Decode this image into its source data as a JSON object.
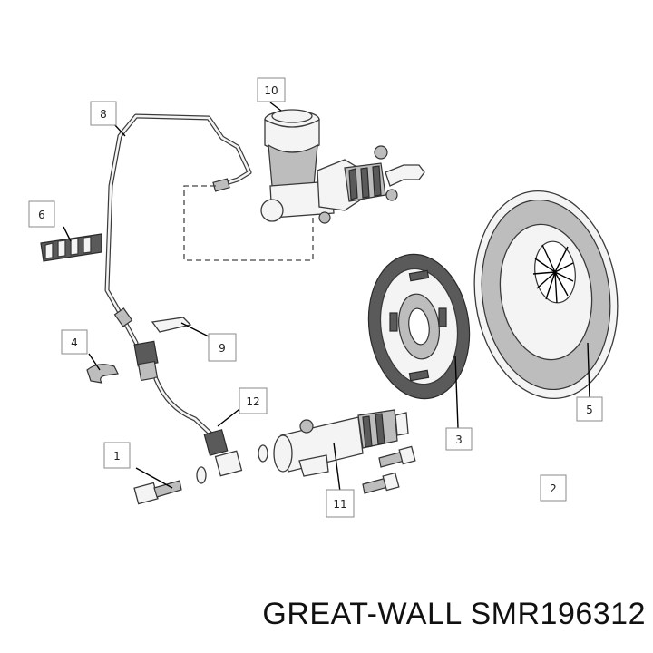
{
  "title": "GREAT-WALL SMR196312",
  "callouts": [
    {
      "label": "1"
    },
    {
      "label": "2"
    },
    {
      "label": "3"
    },
    {
      "label": "4"
    },
    {
      "label": "5"
    },
    {
      "label": "6"
    },
    {
      "label": "8"
    },
    {
      "label": "9"
    },
    {
      "label": "10"
    },
    {
      "label": "11"
    },
    {
      "label": "12"
    }
  ]
}
